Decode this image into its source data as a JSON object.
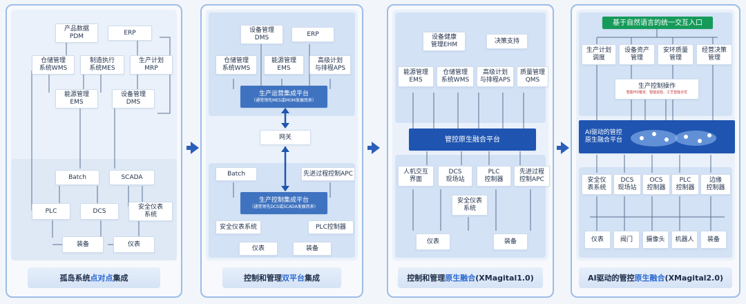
{
  "panel1": {
    "boxes": [
      "产品数据\nPDM",
      "ERP",
      "仓储管理\n系统WMS",
      "制造执行\n系统MES",
      "生产计划\nMRP",
      "能源管理\nEMS",
      "设备管理\nDMS",
      "Batch",
      "SCADA",
      "PLC",
      "DCS",
      "安全仪表\n系统",
      "装备",
      "仪表"
    ],
    "footer_pre": "孤岛系统",
    "footer_hl": "点对点",
    "footer_post": "集成"
  },
  "panel2": {
    "boxes": [
      "设备管理\nDMS",
      "ERP",
      "仓储管理\n系统WMS",
      "能源管理\nEMS",
      "高级计划\n与排程APS",
      "Batch",
      "先进过程控制APC",
      "安全仪表系统",
      "PLC控制器",
      "仪表",
      "装备"
    ],
    "ops_title": "生产运营集成平台",
    "ops_sub": "（通常领先MES或MOM发展而来）",
    "gateway": "网关",
    "ctrl_title": "生产控制集成平台",
    "ctrl_sub": "（通常领先DCS或SCADA发展而来）",
    "footer_pre": "控制和管理",
    "footer_hl": "双平台",
    "footer_post": "集成"
  },
  "panel3": {
    "boxes": [
      "设备健康\n管理EHM",
      "决策支持",
      "能源管理\nEMS",
      "仓储管理\n系统WMS",
      "高级计划\n与排程APS",
      "质量管理\nQMS",
      "人机交互\n界面",
      "DCS\n现场站",
      "PLC\n控制器",
      "先进过程\n控制APC",
      "安全仪表\n系统",
      "仪表",
      "装备"
    ],
    "platform": "管控原生融合平台",
    "footer_pre": "控制和管理",
    "footer_hl": "原生融合",
    "footer_post": "(XMagital1.0)"
  },
  "panel4": {
    "top_entry": "基于自然语言的统一交互入口",
    "boxes": [
      "生产计划\n调度",
      "设备资产\n管理",
      "安环质量\n管理",
      "经营决策\n管理",
      "安全仪\n表系统",
      "DCS\n现场站",
      "OCS\n控制器",
      "PLC\n控制器",
      "边缘\n控制器",
      "仪表",
      "阀门",
      "摄像头",
      "机器人",
      "装备"
    ],
    "ops_title": "生产控制操作",
    "ops_sub": "智能PID整定、智能巡检、工艺智能诊优",
    "ai_platform": "AI驱动的管控\n原生融合平台",
    "footer_pre": "AI驱动的管控",
    "footer_hl": "原生融合",
    "footer_post": "(XMagital2.0)"
  }
}
